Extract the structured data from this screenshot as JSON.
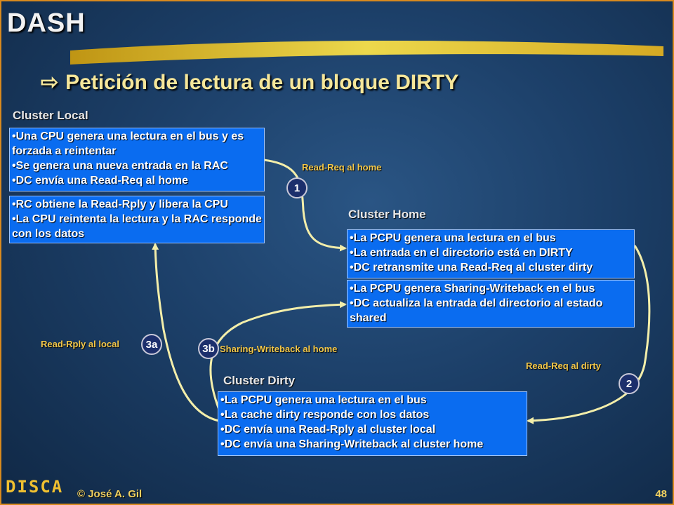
{
  "title": "DASH",
  "subtitle": "Petición de lectura de un bloque DIRTY",
  "subtitle_icon": "right-arrow-icon",
  "clusters": {
    "local_label": "Cluster Local",
    "home_label": "Cluster Home",
    "dirty_label": "Cluster Dirty"
  },
  "boxes": {
    "local_request": [
      "Una CPU genera una lectura en el bus y es forzada a reintentar",
      "Se genera una nueva entrada en la RAC",
      "DC envía una Read-Req al home"
    ],
    "local_reply": [
      "RC obtiene la Read-Rply y libera la CPU",
      "La CPU reintenta la lectura y la RAC responde con los datos"
    ],
    "home_request": [
      "La PCPU genera una lectura en el bus",
      "La entrada en el directorio está en DIRTY",
      "DC retransmite una Read-Req al cluster dirty"
    ],
    "home_writeback": [
      "La PCPU genera Sharing-Writeback en el bus",
      "DC actualiza la entrada del directorio al estado shared"
    ],
    "dirty": [
      "La PCPU genera una lectura en el bus",
      "La cache dirty responde con los datos",
      "DC envía una Read-Rply al cluster local",
      "DC envía una Sharing-Writeback al cluster home"
    ]
  },
  "edges": {
    "read_req_home": "Read-Req al home",
    "read_req_dirty": "Read-Req al dirty",
    "read_rply_local": "Read-Rply al local",
    "sharing_writeback_home": "Sharing-Writeback al home"
  },
  "badges": {
    "one": "1",
    "two": "2",
    "three_a": "3a",
    "three_b": "3b"
  },
  "footer": {
    "logo": "DISCA",
    "author": "© José A. Gil",
    "page": "48"
  },
  "colors": {
    "box": "#0a6cf0",
    "arrow": "#f3eeaa",
    "edge_label": "#f3c84a",
    "border": "#d98a1e"
  }
}
